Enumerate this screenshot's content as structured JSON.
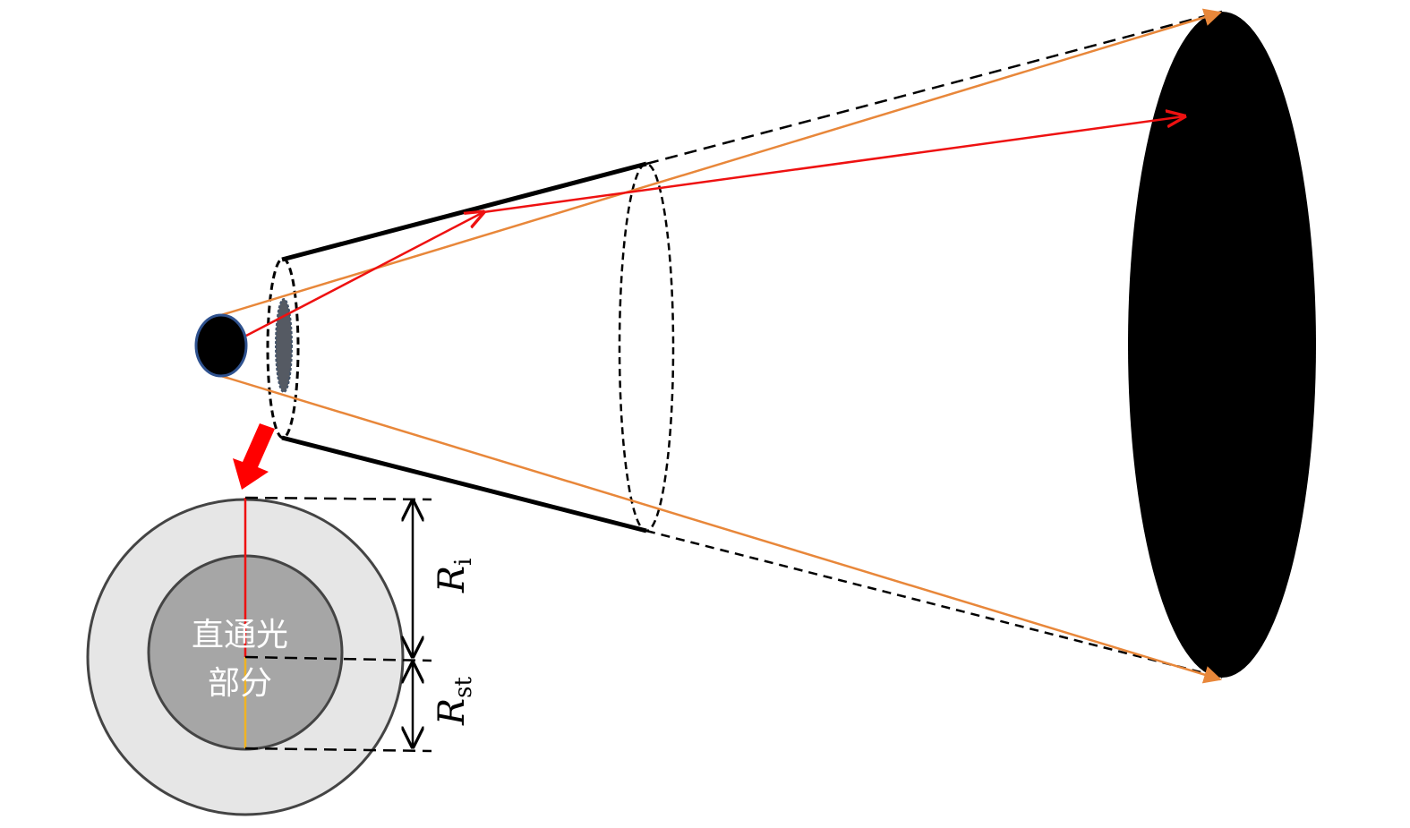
{
  "labels": {
    "inner_line1": "直通光",
    "inner_line2": "部分",
    "r_i_main": "R",
    "r_i_sub": "i",
    "r_st_main": "R",
    "r_st_sub": "st"
  },
  "colors": {
    "orange": "#e8873a",
    "red": "#ee1111",
    "yellow": "#f0b323",
    "outer_disk": "#e6e6e6",
    "inner_disk": "#a6a6a6",
    "source_stroke": "#2f528f"
  }
}
